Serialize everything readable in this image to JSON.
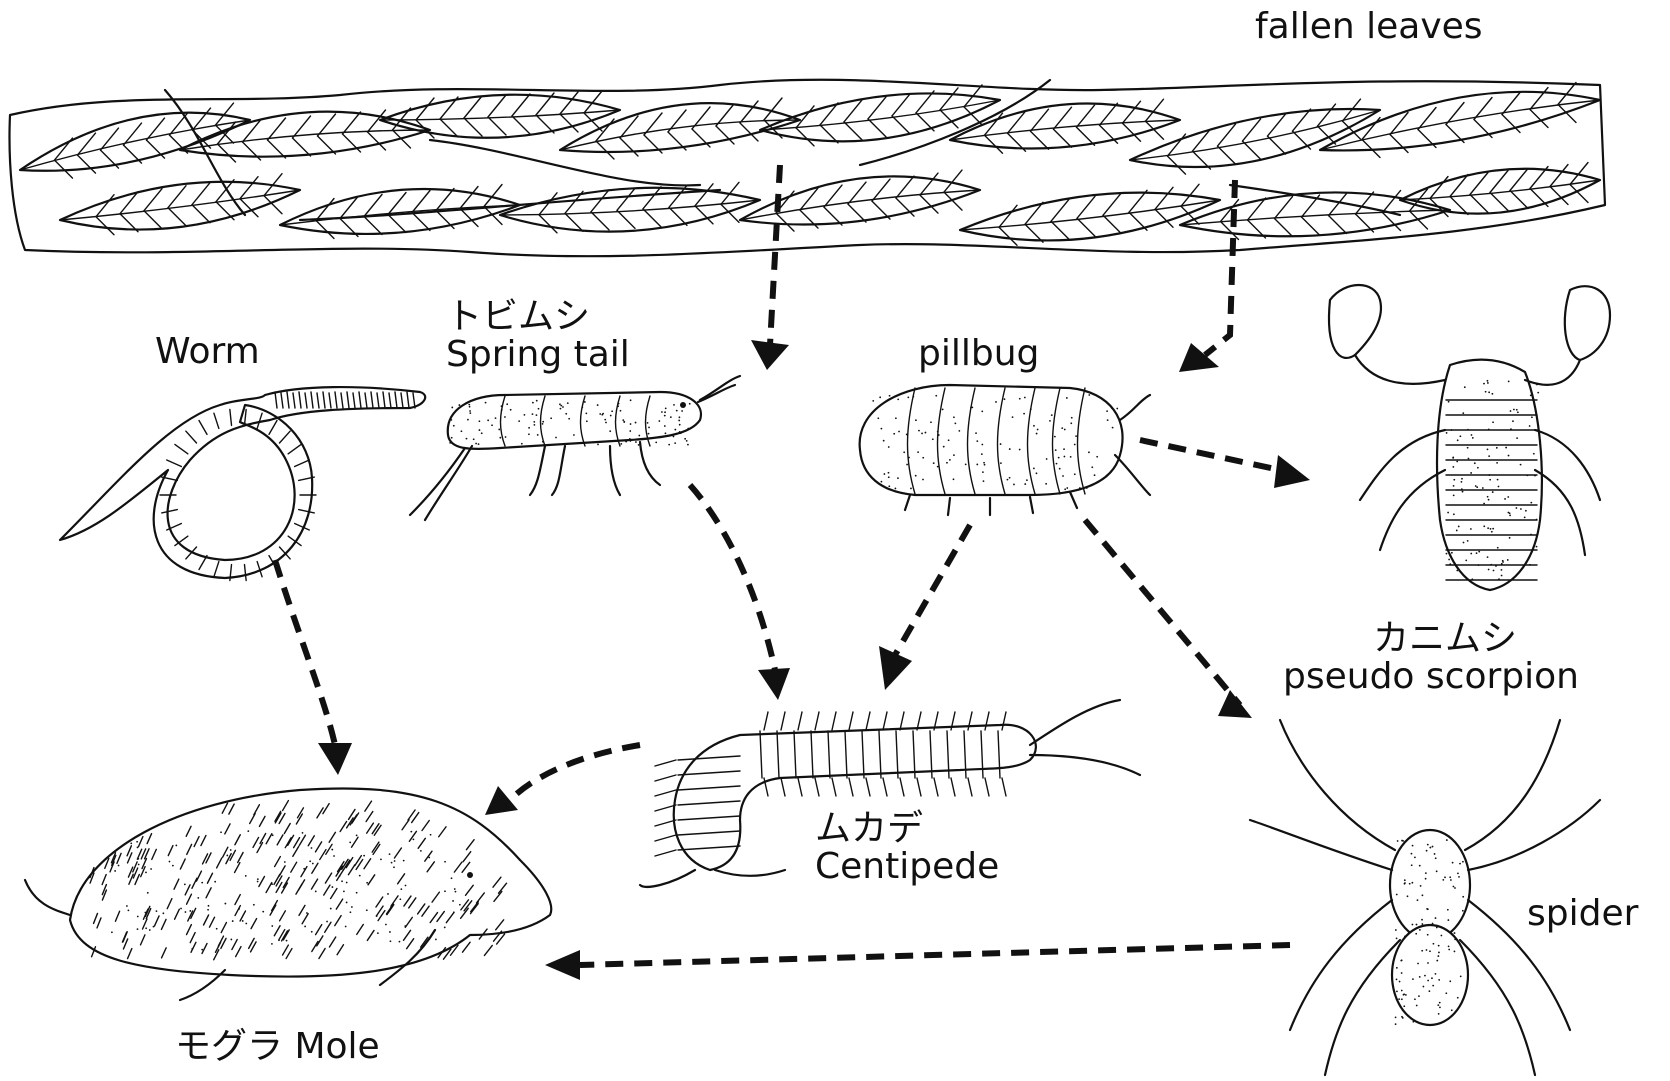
{
  "diagram": {
    "nodes": [
      {
        "id": "fallen-leaves",
        "label": "fallen leaves"
      },
      {
        "id": "worm",
        "label": "Worm"
      },
      {
        "id": "spring-tail",
        "label_jp": "トビムシ",
        "label": "Spring tail"
      },
      {
        "id": "pillbug",
        "label": "pillbug"
      },
      {
        "id": "pseudo-scorpion",
        "label_jp": "カニムシ",
        "label": "pseudo scorpion"
      },
      {
        "id": "centipede",
        "label_jp": "ムカデ",
        "label": "Centipede"
      },
      {
        "id": "spider",
        "label": "spider"
      },
      {
        "id": "mole",
        "label": "モグラ  Mole"
      }
    ],
    "edges": [
      {
        "from": "fallen-leaves",
        "to": "spring-tail"
      },
      {
        "from": "fallen-leaves",
        "to": "pillbug"
      },
      {
        "from": "pillbug",
        "to": "pseudo-scorpion"
      },
      {
        "from": "pillbug",
        "to": "centipede"
      },
      {
        "from": "pillbug",
        "to": "spider"
      },
      {
        "from": "spring-tail",
        "to": "centipede"
      },
      {
        "from": "worm",
        "to": "mole"
      },
      {
        "from": "centipede",
        "to": "mole"
      },
      {
        "from": "spider",
        "to": "mole"
      }
    ]
  }
}
